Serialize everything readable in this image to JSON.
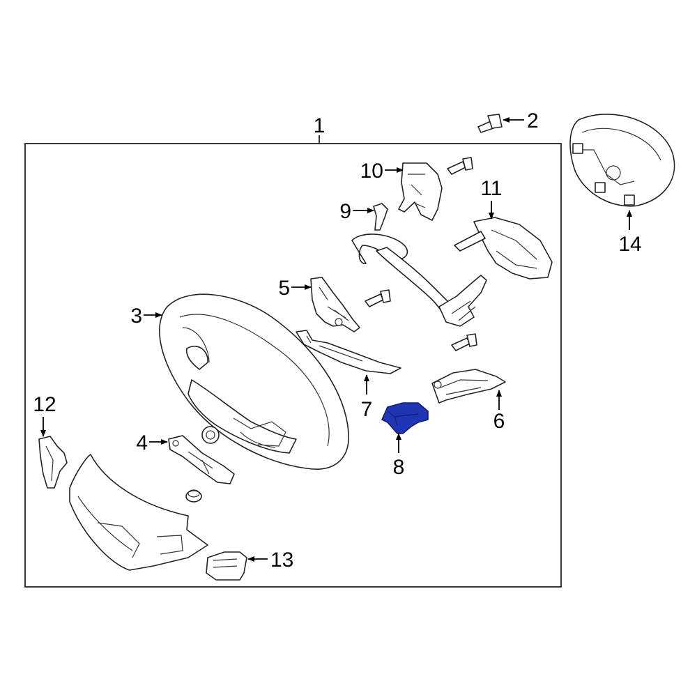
{
  "diagram": {
    "background": "#ffffff",
    "line_color": "#222222",
    "highlight_color": "#1f35b5",
    "callouts": {
      "c1": "1",
      "c2": "2",
      "c3": "3",
      "c4": "4",
      "c5": "5",
      "c6": "6",
      "c7": "7",
      "c8": "8",
      "c9": "9",
      "c10": "10",
      "c11": "11",
      "c12": "12",
      "c13": "13",
      "c14": "14"
    },
    "highlighted_part": "8"
  }
}
